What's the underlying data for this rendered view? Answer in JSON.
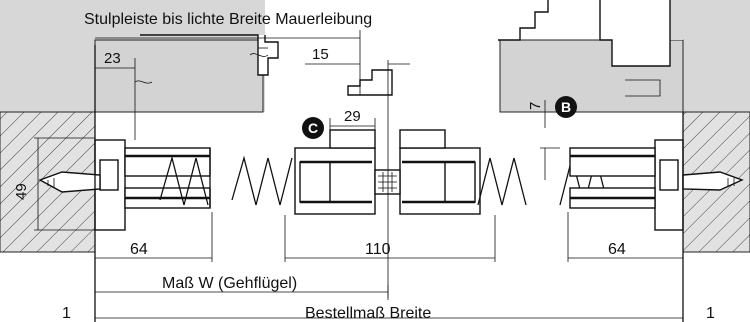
{
  "title_top": "Stulpleiste bis lichte Breite Mauerleibung",
  "dimensions": {
    "d23": "23",
    "d15": "15",
    "d29": "29",
    "d49": "49",
    "d7": "7",
    "d64_left": "64",
    "d110": "110",
    "d64_right": "64"
  },
  "labels": {
    "mass_w": "Maß W (Gehflügel)",
    "bestellmass": "Bestellmaß Breite",
    "ref_left": "1",
    "ref_right": "1"
  },
  "badges": {
    "c": "C",
    "b": "B"
  },
  "colors": {
    "wall_fill": "#d7d7d7",
    "ink": "#111111",
    "badge": "#111111"
  }
}
